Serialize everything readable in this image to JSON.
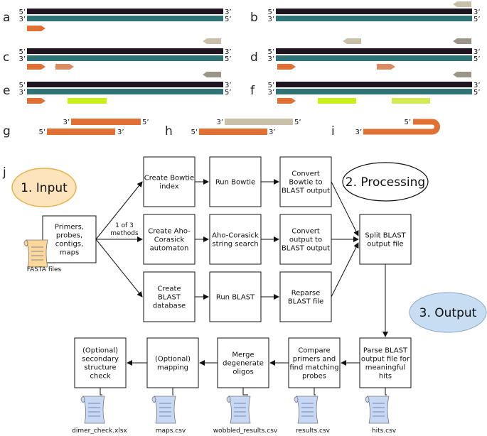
{
  "panels": {
    "letters": [
      "a",
      "b",
      "c",
      "d",
      "e",
      "f",
      "g",
      "h",
      "i",
      "j"
    ],
    "strand_end_5": "5’",
    "strand_end_3": "3’"
  },
  "colors": {
    "top_strand": "#1e1520",
    "bottom_strand": "#2f7377",
    "primer_forward": "#e07033",
    "primer_forward_light": "#d98b62",
    "primer_reverse": "#c9c0aa",
    "primer_reverse_dark": "#9b9588",
    "probe": "#c9ee1a",
    "probe_light": "#d3ea55",
    "input_ellipse_fill": "#fde4bd",
    "input_ellipse_stroke": "#e8b14d",
    "output_ellipse_fill": "#c7ddf2",
    "file_icon_orange": "#fbd79a",
    "file_icon_blue": "#c6d8f4"
  },
  "workflow": {
    "input_title": "1. Input",
    "processing_title": "2. Processing",
    "output_title": "3. Output",
    "input_box": [
      "Primers,",
      "probes,",
      "contigs,",
      "maps"
    ],
    "input_files_label": "FASTA files",
    "methods_label": [
      "1 of 3",
      "methods"
    ],
    "bowtie_index": [
      "Create Bowtie",
      "index"
    ],
    "run_bowtie": [
      "Run Bowtie"
    ],
    "convert_bowtie": [
      "Convert",
      "Bowtie to",
      "BLAST output"
    ],
    "aho_automaton": [
      "Create Aho-",
      "Corasick",
      "automaton"
    ],
    "aho_search": [
      "Aho-Corasick",
      "string search"
    ],
    "convert_output": [
      "Convert",
      "output to",
      "BLAST output"
    ],
    "blast_db": [
      "Create",
      "BLAST",
      "database"
    ],
    "run_blast": [
      "Run BLAST"
    ],
    "reparse_blast": [
      "Reparse",
      "BLAST file"
    ],
    "split_blast": [
      "Split BLAST",
      "output file"
    ],
    "parse_blast": [
      "Parse BLAST",
      "output file for",
      "meaningful",
      "hits"
    ],
    "compare_primers": [
      "Compare",
      "primers and",
      "find matching",
      "probes"
    ],
    "merge_oligos": [
      "Merge",
      "degenerate",
      "oligos"
    ],
    "mapping": [
      "(Optional)",
      "mapping"
    ],
    "secondary_structure": [
      "(Optional)",
      "secondary",
      "structure",
      "check"
    ],
    "output_files": [
      "dimer_check.xlsx",
      "maps.csv",
      "wobbled_results.csv",
      "results.csv",
      "hits.csv"
    ]
  }
}
